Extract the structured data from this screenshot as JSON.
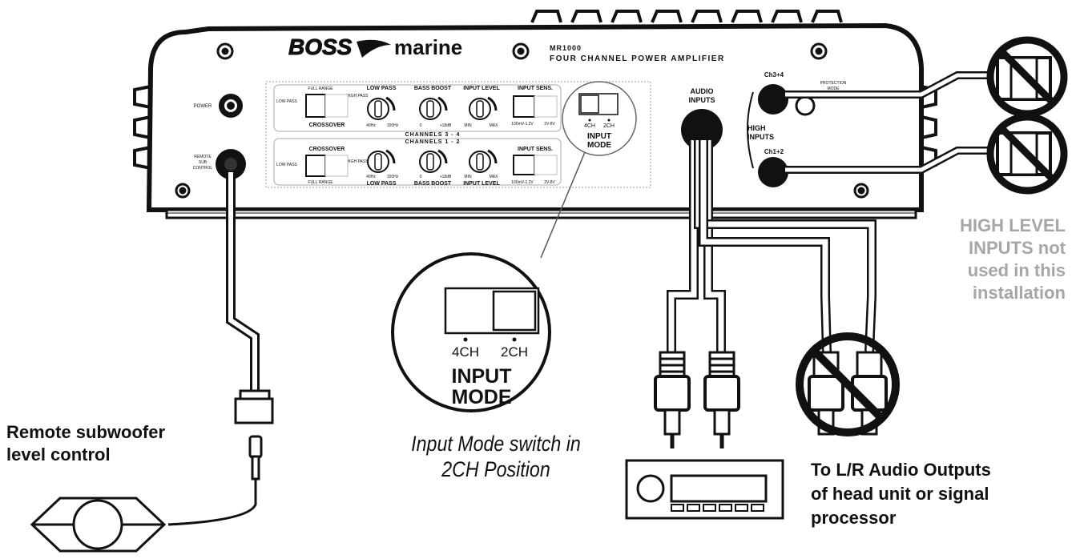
{
  "amp": {
    "brand_left": "BOSS",
    "brand_right": "marine",
    "model": "MR1000",
    "subtitle": "FOUR CHANNEL POWER AMPLIFIER",
    "power": "POWER",
    "remote": [
      "REMOTE",
      "SUB",
      "CONTROL"
    ],
    "row34": {
      "band_label": "CHANNELS 3 - 4",
      "full_range": "FULL RANGE",
      "low_pass_side": "LOW PASS",
      "high_pass_side": "HIGH PASS",
      "crossover": "CROSSOVER",
      "low_pass": "LOW PASS",
      "lp_min": "40Hz",
      "lp_max": "150Hz",
      "bass_boost": "BASS BOOST",
      "bb_min": "0",
      "bb_max": "+18dB",
      "input_level": "INPUT LEVEL",
      "il_min": "MIN",
      "il_max": "MAX",
      "input_sens": "INPUT SENS.",
      "is_min": "100mV-1.2V",
      "is_max": "2V-8V"
    },
    "row12": {
      "band_label": "CHANNELS 1 - 2",
      "full_range": "FULL RANGE",
      "low_pass_side": "LOW PASS",
      "high_pass_side": "HIGH PASS",
      "crossover": "CROSSOVER",
      "low_pass": "LOW PASS",
      "lp_min": "40Hz",
      "lp_max": "150Hz",
      "bass_boost": "BASS BOOST",
      "bb_min": "0",
      "bb_max": "+18dB",
      "input_level": "INPUT LEVEL",
      "il_min": "MIN",
      "il_max": "MAX",
      "input_sens": "INPUT SENS.",
      "is_min": "100mV-1.2V",
      "is_max": "2V-8V"
    },
    "input_mode_small": {
      "ch4": "4CH",
      "ch2": "2CH",
      "label": [
        "INPUT",
        "MODE"
      ]
    },
    "audio_inputs": [
      "AUDIO",
      "INPUTS"
    ],
    "high_inputs": [
      "HIGH",
      "INPUTS"
    ],
    "ch34": "Ch3+4",
    "ch12": "Ch1+2",
    "protection": [
      "PROTECTION",
      "MODE"
    ]
  },
  "zoom": {
    "ch4": "4CH",
    "ch2": "2CH",
    "label1": "INPUT",
    "label2": "MODE"
  },
  "labels": {
    "remote_title": [
      "Remote subwoofer",
      "level control"
    ],
    "input_mode_caption": [
      "Input Mode switch in",
      "2CH Position"
    ],
    "high_level_note": [
      "HIGH LEVEL",
      "INPUTS not",
      "used in this",
      "installation"
    ],
    "outputs_note": [
      "To L/R Audio Outputs",
      "of head unit or signal",
      "processor"
    ]
  }
}
